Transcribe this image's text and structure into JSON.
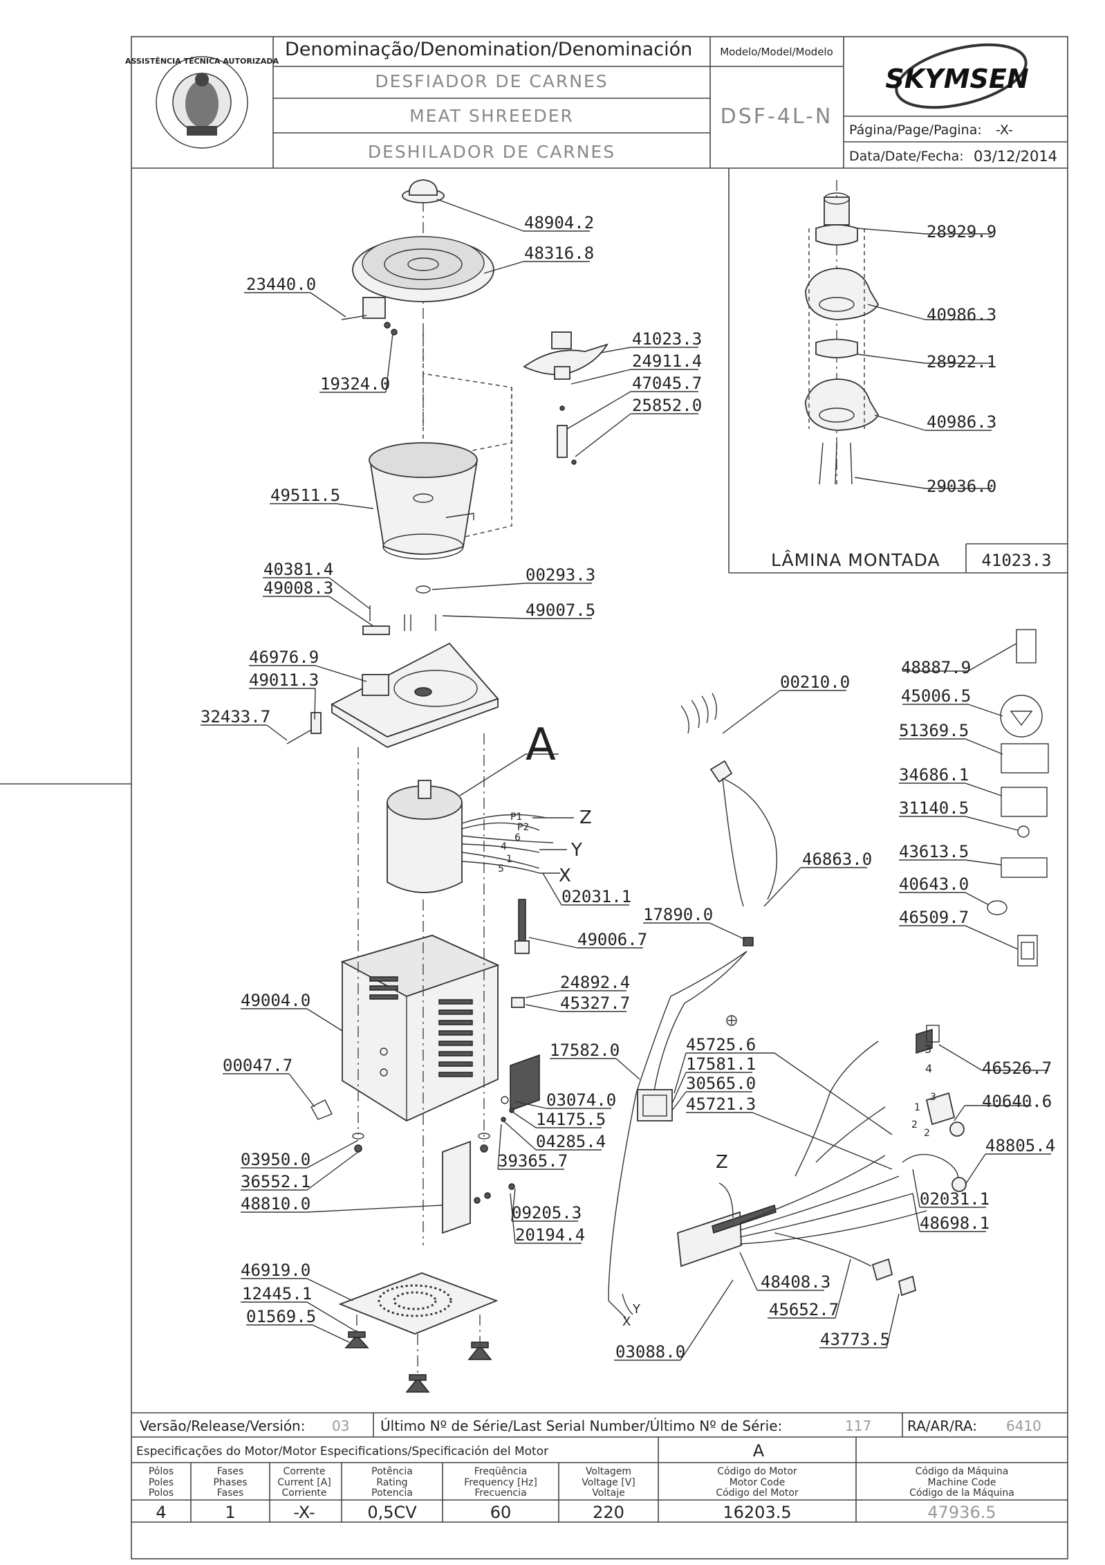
{
  "header": {
    "denomination_label": "Denominação/Denomination/Denominación",
    "name_pt": "DESFIADOR DE CARNES",
    "name_en": "MEAT SHREEDER",
    "name_es": "DESHILADOR DE CARNES",
    "model_label": "Modelo/Model/Modelo",
    "model": "DSF-4L-N",
    "brand": "SKYMSEN",
    "page_label": "Página/Page/Pagina:",
    "page_value": "-X-",
    "date_label": "Data/Date/Fecha:",
    "date_value": "03/12/2014",
    "seal_text": "ASSISTÊNCIA TÉCNICA AUTORIZADA"
  },
  "detail": {
    "title": "LÂMINA MONTADA",
    "code": "41023.3"
  },
  "callouts": {
    "main": [
      "48904.2",
      "48316.8",
      "23440.0",
      "19324.0",
      "41023.3",
      "24911.4",
      "47045.7",
      "25852.0",
      "49511.5",
      "40381.4",
      "49008.3",
      "00293.3",
      "49007.5",
      "46976.9",
      "49011.3",
      "32433.7",
      "02031.1",
      "49006.7",
      "49004.0",
      "24892.4",
      "45327.7",
      "00047.7",
      "03074.0",
      "14175.5",
      "04285.4",
      "39365.7",
      "03950.0",
      "36552.1",
      "48810.0",
      "09205.3",
      "20194.4",
      "46919.0",
      "12445.1",
      "01569.5"
    ],
    "detail": [
      "28929.9",
      "40986.3",
      "28922.1",
      "40986.3",
      "29036.0"
    ],
    "electrical": [
      "00210.0",
      "46863.0",
      "17890.0",
      "17582.0",
      "45725.6",
      "17581.1",
      "30565.0",
      "45721.3",
      "46526.7",
      "40640.6",
      "48805.4",
      "02031.1",
      "48698.1",
      "48408.3",
      "45652.7",
      "43773.5",
      "03088.0"
    ],
    "labels": [
      "48887.9",
      "45006.5",
      "51369.5",
      "34686.1",
      "31140.5",
      "43613.5",
      "40643.0",
      "46509.7"
    ],
    "assembly_letter": "A",
    "wires": [
      "P1",
      "P2",
      "6",
      "4",
      "1",
      "5"
    ],
    "terminals": [
      "Z",
      "Y",
      "X",
      "Z",
      "Y",
      "X"
    ],
    "switch_numbers": [
      "3",
      "4",
      "1",
      "2",
      "3",
      "2"
    ]
  },
  "footer": {
    "version_label": "Versão/Release/Versión:",
    "version_value": "03",
    "serial_label": "Último Nº de Série/Last Serial Number/Último Nº de Série:",
    "serial_value": "117",
    "ra_label": "RA/AR/RA:",
    "ra_value": "6410",
    "motor_spec_label": "Especificações do Motor/Motor Especifications/Specificación del Motor",
    "motor_letter": "A",
    "columns": [
      {
        "l1": "Pólos",
        "l2": "Poles",
        "l3": "Polos",
        "value": "4"
      },
      {
        "l1": "Fases",
        "l2": "Phases",
        "l3": "Fases",
        "value": "1"
      },
      {
        "l1": "Corrente",
        "l2": "Current [A]",
        "l3": "Corriente",
        "value": "-X-"
      },
      {
        "l1": "Potência",
        "l2": "Rating",
        "l3": "Potencia",
        "value": "0,5CV"
      },
      {
        "l1": "Freqüência",
        "l2": "Frequency [Hz]",
        "l3": "Frecuencia",
        "value": "60"
      },
      {
        "l1": "Voltagem",
        "l2": "Voltage [V]",
        "l3": "Voltaje",
        "value": "220"
      },
      {
        "l1": "Código do Motor",
        "l2": "Motor Code",
        "l3": "Código del Motor",
        "value": "16203.5"
      },
      {
        "l1": "Código da Máquina",
        "l2": "Machine Code",
        "l3": "Código de la Máquina",
        "value": "47936.5"
      }
    ]
  }
}
